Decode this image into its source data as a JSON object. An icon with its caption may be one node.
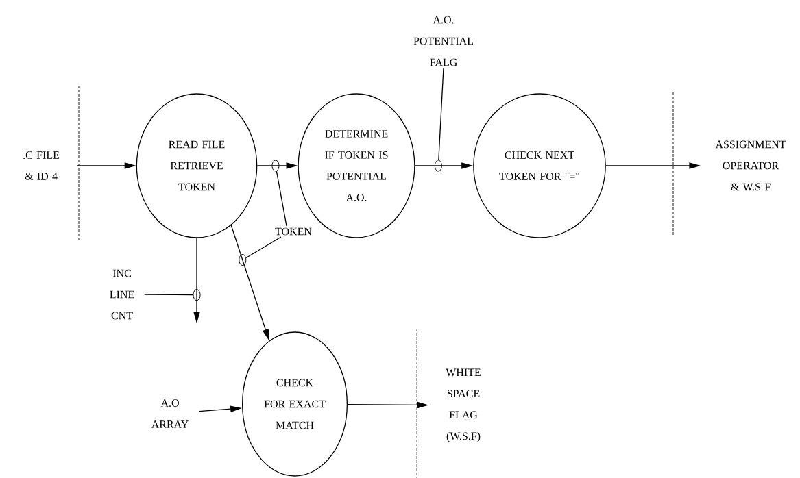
{
  "diagram": {
    "nodes": [
      {
        "text": [
          "A.O. POTENTIAL FALG"
        ]
      },
      {
        "text": [
          ".C FILE & ID 4"
        ]
      },
      {
        "text": [
          "READ FILE RETRIEVE TOKEN"
        ]
      },
      {
        "text": [
          "DETERMINE IF TOKEN IS POTENTIAL A.O."
        ]
      },
      {
        "text": [
          "CHECK NEXT TOKEN FOR \"=\""
        ]
      },
      {
        "text": [
          "ASSIGNMENT OPERATOR & W.S F"
        ]
      },
      {
        "text": [
          "TOKEN"
        ]
      },
      {
        "text": [
          "INC LINE CNT"
        ]
      },
      {
        "text": [
          "CHECK FOR EXACT MATCH"
        ]
      },
      {
        "text": [
          "A.O ARRAY"
        ]
      },
      {
        "text": [
          "WHITE SPACE FLAG (W.S.F)"
        ]
      },
      {
        "text": [],
        "shape": "circle"
      },
      {
        "text": [],
        "shape": "circle"
      },
      {
        "text": [],
        "shape": "circle"
      },
      {
        "text": [],
        "shape": "circle"
      }
    ],
    "edges": [
      {
        "from": 1,
        "to": 2,
        "arrow": "to"
      },
      {
        "from": 2,
        "to": 3,
        "arrow": "to"
      },
      {
        "from": 3,
        "to": 4,
        "arrow": "to"
      },
      {
        "from": 4,
        "to": 5,
        "arrow": "to"
      },
      {
        "from": 2,
        "to": null,
        "arrow": "to"
      },
      {
        "from": 2,
        "to": 8,
        "arrow": "to"
      },
      {
        "from": 9,
        "to": 8,
        "arrow": "to"
      },
      {
        "from": 8,
        "to": 10,
        "arrow": "to"
      },
      {
        "from": 0,
        "to": 14,
        "arrow": "none"
      },
      {
        "from": 6,
        "to": 12,
        "arrow": "none"
      },
      {
        "from": 6,
        "to": 13,
        "arrow": "none"
      },
      {
        "from": 7,
        "to": 11,
        "arrow": "none"
      }
    ]
  }
}
